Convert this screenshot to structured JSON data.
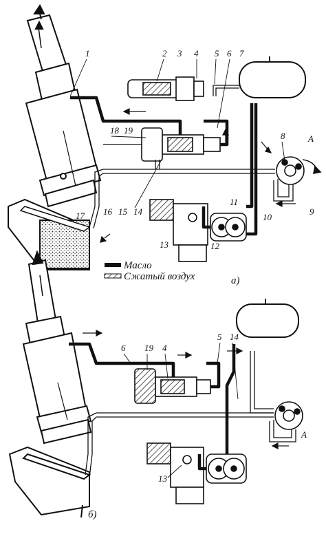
{
  "legend": {
    "oil_label": "Масло",
    "air_label": "Сжатый воздух"
  },
  "captions": {
    "a": "а)",
    "b": "б)"
  },
  "callouts_a": [
    "1",
    "2",
    "3",
    "4",
    "5",
    "6",
    "7",
    "8",
    "9",
    "10",
    "11",
    "12",
    "13",
    "14",
    "15",
    "16",
    "17",
    "18",
    "19",
    "A"
  ],
  "callouts_b": [
    "6",
    "19",
    "4",
    "5",
    "14",
    "13",
    "A"
  ],
  "line_styles": {
    "oil": "solid-black",
    "air": "hatched"
  },
  "colors": {
    "ink": "#111111",
    "paper": "#ffffff",
    "oil": "#111111",
    "air_fill": "#ffffff"
  }
}
